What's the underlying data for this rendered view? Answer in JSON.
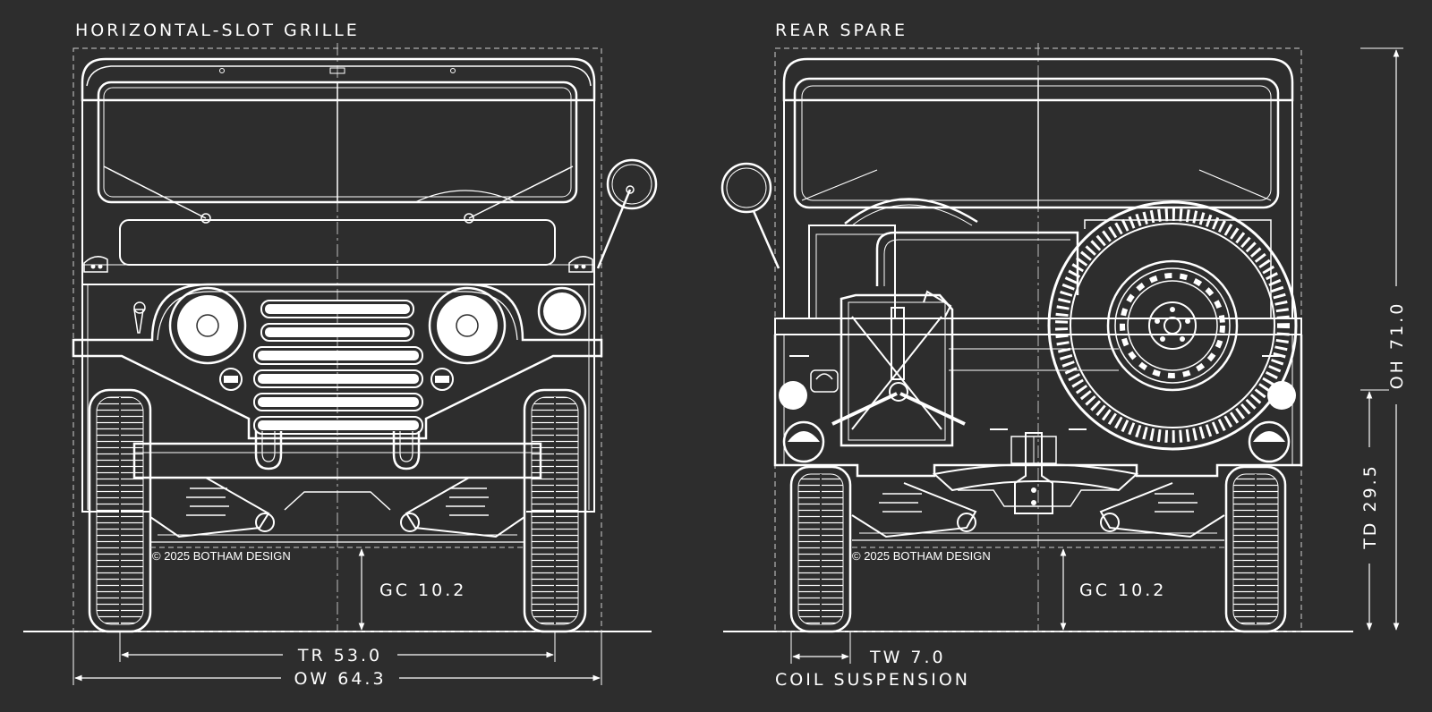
{
  "views": {
    "front": {
      "title": "HORIZONTAL-SLOT GRILLE",
      "copyright": "© 2025 BOTHAM DESIGN",
      "gc_label": "GC 10.2",
      "tr_label": "TR 53.0",
      "ow_label": "OW 64.3"
    },
    "rear": {
      "title": "REAR SPARE",
      "copyright": "© 2025 BOTHAM DESIGN",
      "gc_label": "GC 10.2",
      "tw_label": "TW 7.0",
      "suspension_label": "COIL SUSPENSION",
      "td_label": "TD 29.5",
      "oh_label": "OH 71.0"
    }
  },
  "colors": {
    "background": "#2d2d2d",
    "line": "#ffffff"
  }
}
